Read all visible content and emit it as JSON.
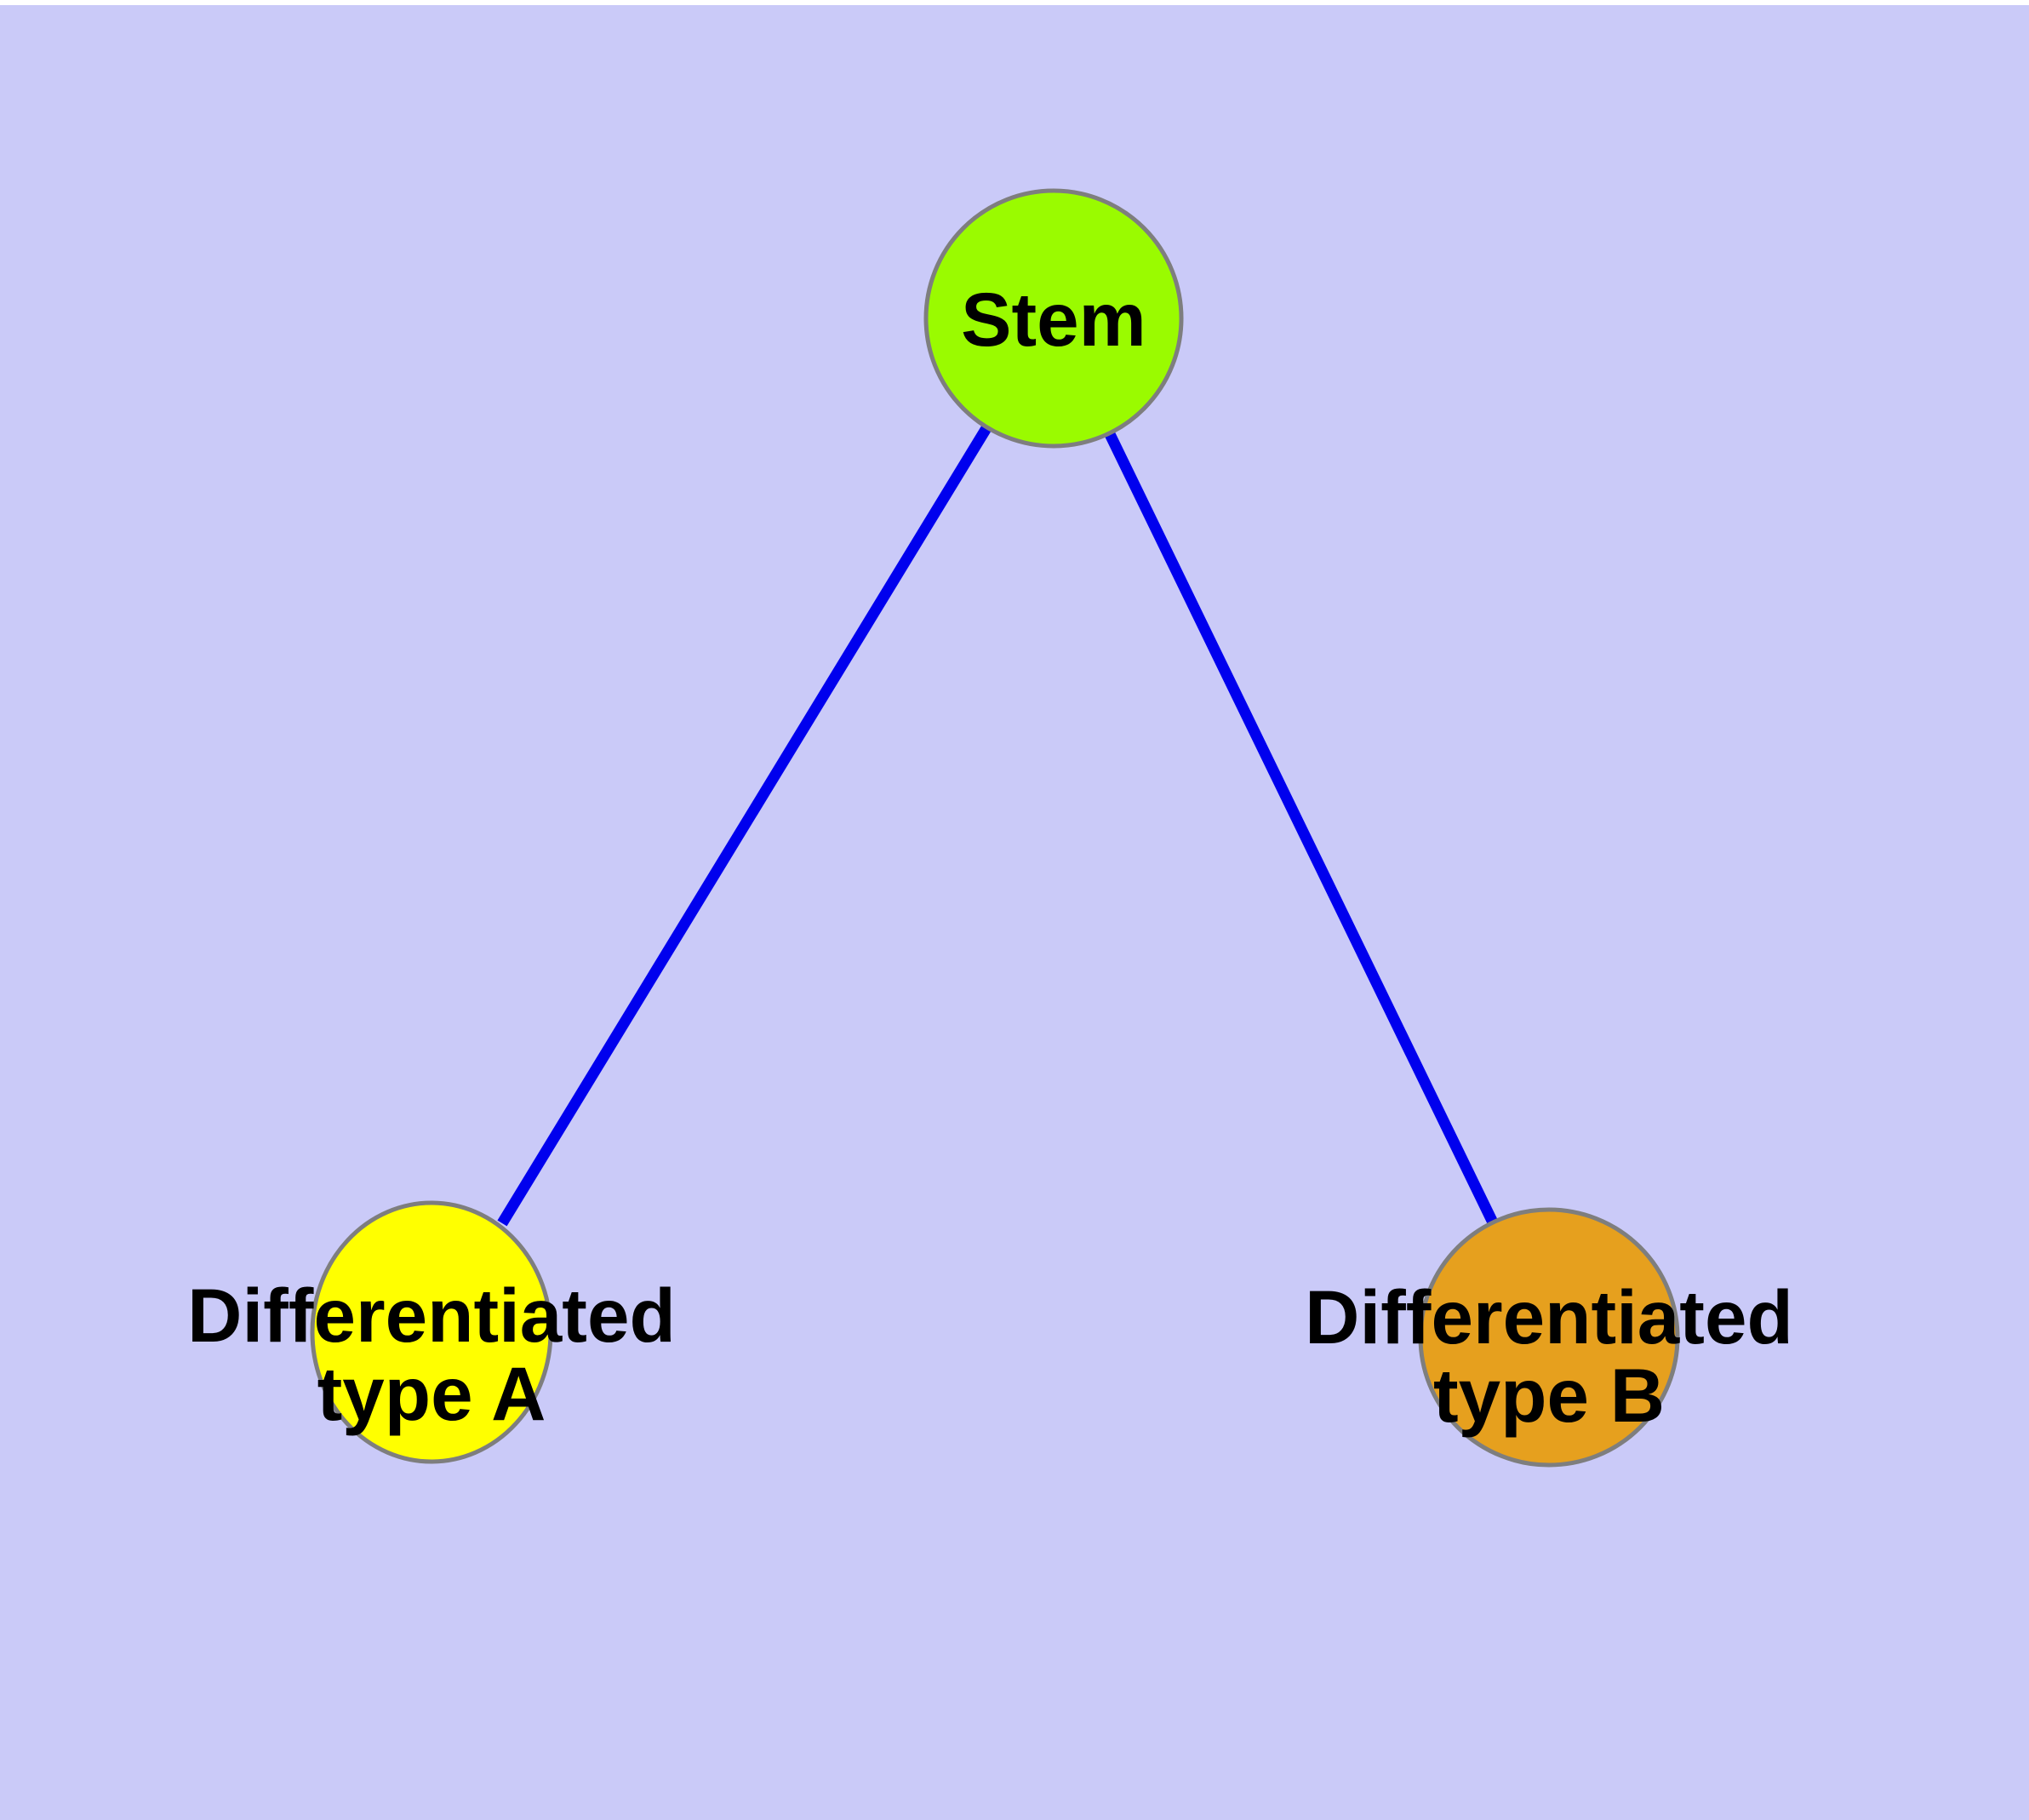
{
  "diagram": {
    "description": "Stem cell differentiation graph with three nodes and two edges",
    "colors": {
      "background": "#cacaf8",
      "top_margin": "#ffffff",
      "edge": "#0000ee",
      "node_border": "#7e7e7e",
      "label_text": "#000000"
    },
    "nodes": [
      {
        "id": "stem",
        "label": "Stem",
        "fill": "#9afb00"
      },
      {
        "id": "differentiated-type-a",
        "label_line1": "Differentiated",
        "label_line2": "type A",
        "fill": "#ffff00"
      },
      {
        "id": "differentiated-type-b",
        "label_line1": "Differentiated",
        "label_line2": "type B",
        "fill": "#e6a01e"
      }
    ],
    "edges": [
      {
        "from": "Stem",
        "to": "Differentiated type A"
      },
      {
        "from": "Stem",
        "to": "Differentiated type B"
      }
    ]
  }
}
